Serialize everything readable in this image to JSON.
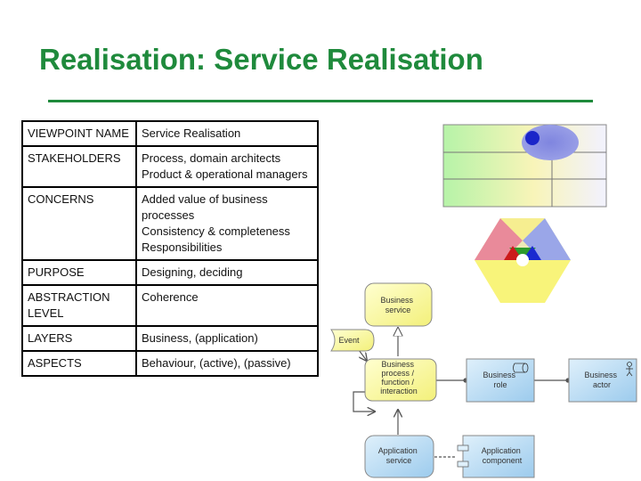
{
  "title": "Realisation: Service Realisation",
  "table": {
    "rows": [
      {
        "key": "VIEWPOINT NAME",
        "lines": [
          "Service Realisation"
        ]
      },
      {
        "key": "STAKEHOLDERS",
        "lines": [
          "Process, domain architects",
          "Product & operational managers"
        ]
      },
      {
        "key": "CONCERNS",
        "lines": [
          "Added value of business processes",
          "Consistency & completeness",
          "Responsibilities"
        ]
      },
      {
        "key": "PURPOSE",
        "lines": [
          "Designing, deciding"
        ]
      },
      {
        "key": "ABSTRACTION LEVEL",
        "lines": [
          "Coherence"
        ]
      },
      {
        "key": "LAYERS",
        "lines": [
          "Business, (application)"
        ]
      },
      {
        "key": "ASPECTS",
        "lines": [
          "Behaviour, (active), (passive)"
        ]
      }
    ]
  },
  "diagram": {
    "business_service": [
      "Business",
      "service"
    ],
    "event": [
      "Event"
    ],
    "business_process": [
      "Business",
      "process /",
      "function /",
      "interaction"
    ],
    "business_role": [
      "Business",
      "role"
    ],
    "business_actor": [
      "Business",
      "actor"
    ],
    "application_service": [
      "Application",
      "service"
    ],
    "application_component": [
      "Application",
      "component"
    ]
  },
  "colors": {
    "title": "#1f8a3c",
    "business_yellow": "#ffff99",
    "application_blue": "#b3d9f2"
  }
}
